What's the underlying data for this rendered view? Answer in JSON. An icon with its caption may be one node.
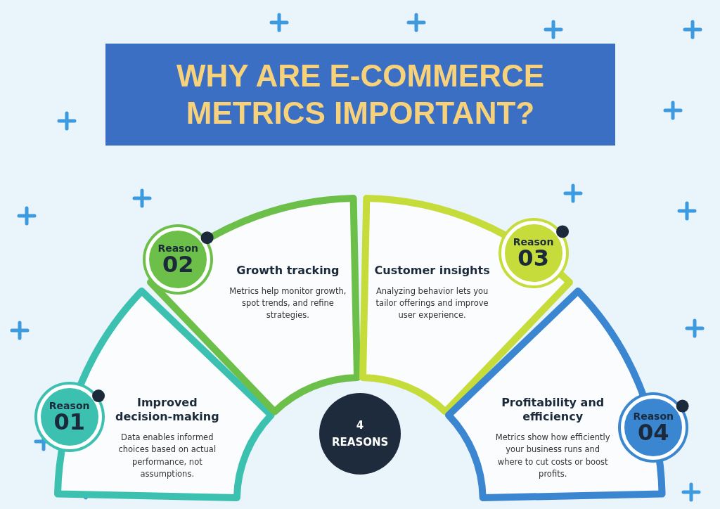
{
  "diagram": {
    "title": "WHY ARE E-COMMERCE METRICS IMPORTANT?",
    "nodes": [
      {
        "text": [
          "Improved decision-making",
          "Data enables informed choices based on actual performance, not assumptions."
        ]
      },
      {
        "text": [
          "Reason",
          "01"
        ]
      },
      {
        "text": [
          "Growth tracking",
          "Metrics help monitor growth, spot trends, and refine strategies."
        ]
      },
      {
        "text": [
          "Reason",
          "02"
        ]
      },
      {
        "text": [
          "Customer insights",
          "Analyzing behavior lets you tailor offerings and improve user experience."
        ]
      },
      {
        "text": [
          "Reason",
          "03"
        ]
      },
      {
        "text": [
          "Profitability and efficiency",
          "Metrics show how efficiently your business runs and where to cut costs or boost profits."
        ]
      },
      {
        "text": [
          "Reason",
          "04"
        ]
      },
      {
        "text": [
          "4 REASONS"
        ]
      }
    ],
    "edges": []
  }
}
